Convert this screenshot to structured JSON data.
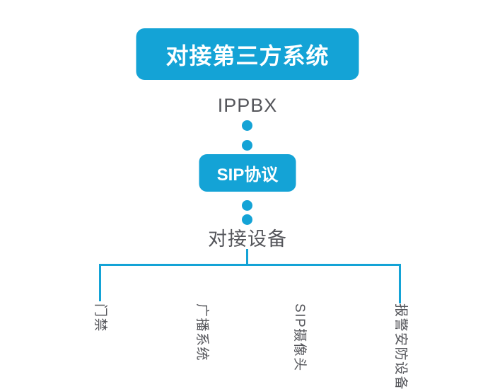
{
  "colors": {
    "accent": "#14a3d6",
    "text_gray": "#55565b",
    "box_text": "#ffffff",
    "background": "#ffffff"
  },
  "diagram": {
    "root_box": {
      "label": "对接第三方系统"
    },
    "ippbx": {
      "label": "IPPBX"
    },
    "protocol_box": {
      "label": "SIP协议"
    },
    "devices_header": {
      "label": "对接设备"
    },
    "branches": [
      {
        "label": "门禁"
      },
      {
        "label": "广播系统"
      },
      {
        "label": "SIP摄像头"
      },
      {
        "label": "报警安防设备"
      }
    ]
  }
}
